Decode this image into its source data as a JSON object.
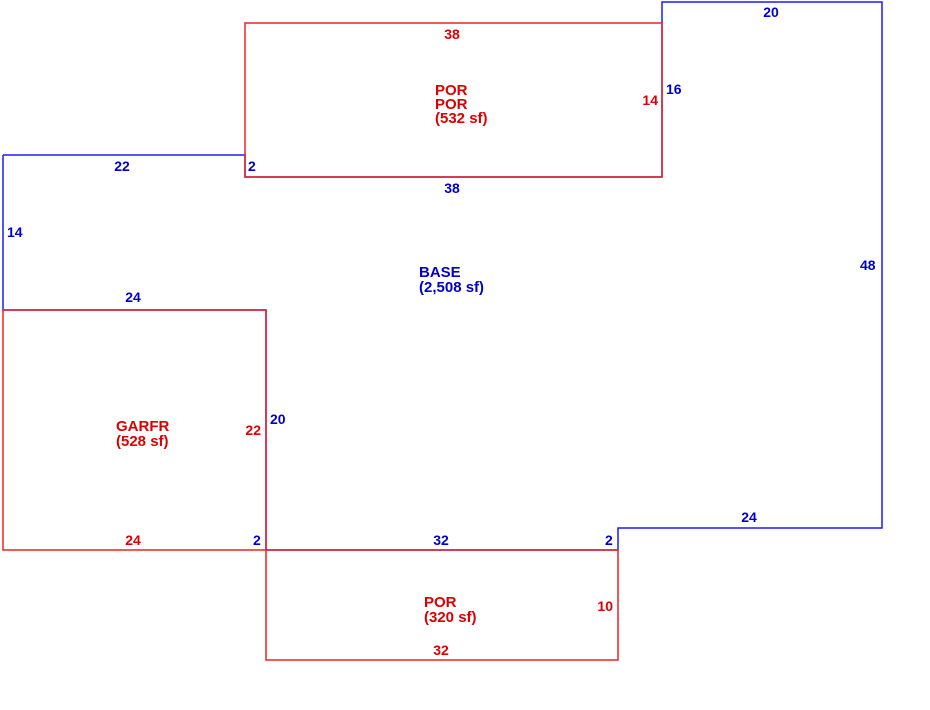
{
  "colors": {
    "base": "#0000cc",
    "addition": "#dd0000",
    "base_stroke": "#1a1aff",
    "addition_stroke": "#ee2222"
  },
  "areas": {
    "base": {
      "name": "BASE",
      "size": "(2,508 sf)"
    },
    "por_top": {
      "name1": "POR",
      "name2": "POR",
      "size": "(532 sf)"
    },
    "garage": {
      "name": "GARFR",
      "size": "(528 sf)"
    },
    "por_bottom": {
      "name": "POR",
      "size": "(320 sf)"
    }
  },
  "dimensions": {
    "base": {
      "top_right_width": "20",
      "right_height": "48",
      "bottom_right_width": "24",
      "bottom_step": "2",
      "bottom_mid_width": "32",
      "garage_step": "2",
      "garage_side": "20",
      "garage_top": "24",
      "left_height": "14",
      "left_top_width": "22",
      "top_step": "2",
      "porch_bottom": "38",
      "porch_side": "16"
    },
    "por_top": {
      "top": "38",
      "right": "14"
    },
    "garage": {
      "right": "22",
      "bottom": "24"
    },
    "por_bottom": {
      "right": "10",
      "bottom": "32"
    }
  }
}
